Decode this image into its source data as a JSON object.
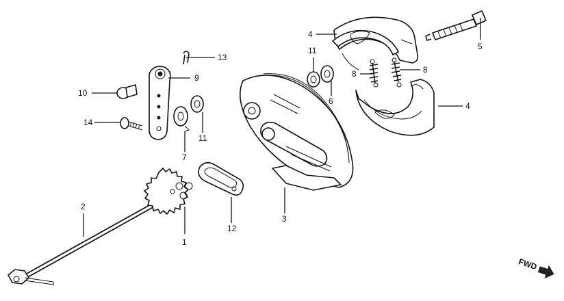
{
  "callouts": {
    "c1": "1",
    "c2": "2",
    "c3": "3",
    "c4a": "4",
    "c4b": "4",
    "c5": "5",
    "c6": "6",
    "c7": "7",
    "c8a": "8",
    "c8b": "8",
    "c9": "9",
    "c10": "10",
    "c11a": "11",
    "c11b": "11",
    "c12": "12",
    "c13": "13",
    "c14": "14"
  },
  "direction": {
    "label": "FWD"
  },
  "colors": {
    "ink": "#111111",
    "background": "#ffffff"
  }
}
